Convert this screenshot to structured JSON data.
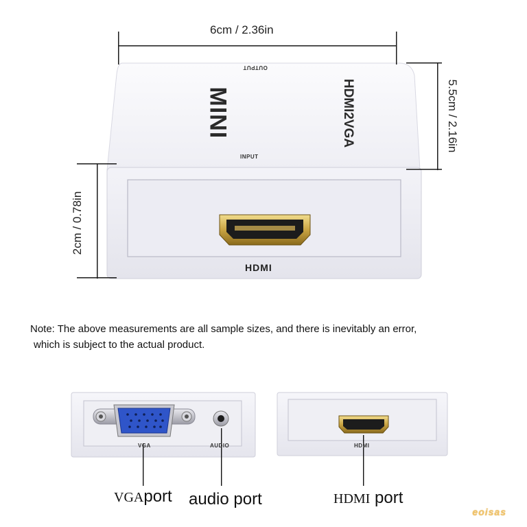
{
  "dimensions": {
    "width_label": "6cm / 2.36in",
    "height_label": "5.5cm / 2.16in",
    "depth_label": "2cm / 0.78in"
  },
  "device": {
    "brand_text": "MINI",
    "model_text": "HDMI2VGA",
    "top_input_label": "INPUT",
    "top_output_label": "OUTPUT",
    "front_port_label": "HDMI"
  },
  "note": {
    "line1": "Note: The above measurements are all sample sizes, and there is inevitably an error,",
    "line2": "which is subject to the actual product."
  },
  "ports": {
    "vga_panel_label": "VGA",
    "audio_panel_label": "AUDIO",
    "hdmi_panel_label": "HDMI",
    "vga_callout_prefix": "VGA",
    "vga_callout_suffix": "port",
    "audio_callout": "audio port",
    "hdmi_callout_prefix": "HDMI",
    "hdmi_callout_suffix": "port"
  },
  "watermark": "eoisas",
  "colors": {
    "device_body": "#f4f4f8",
    "vga_blue": "#2f55c9",
    "hdmi_gold": "#c9a443",
    "watermark": "#f2c56a"
  }
}
